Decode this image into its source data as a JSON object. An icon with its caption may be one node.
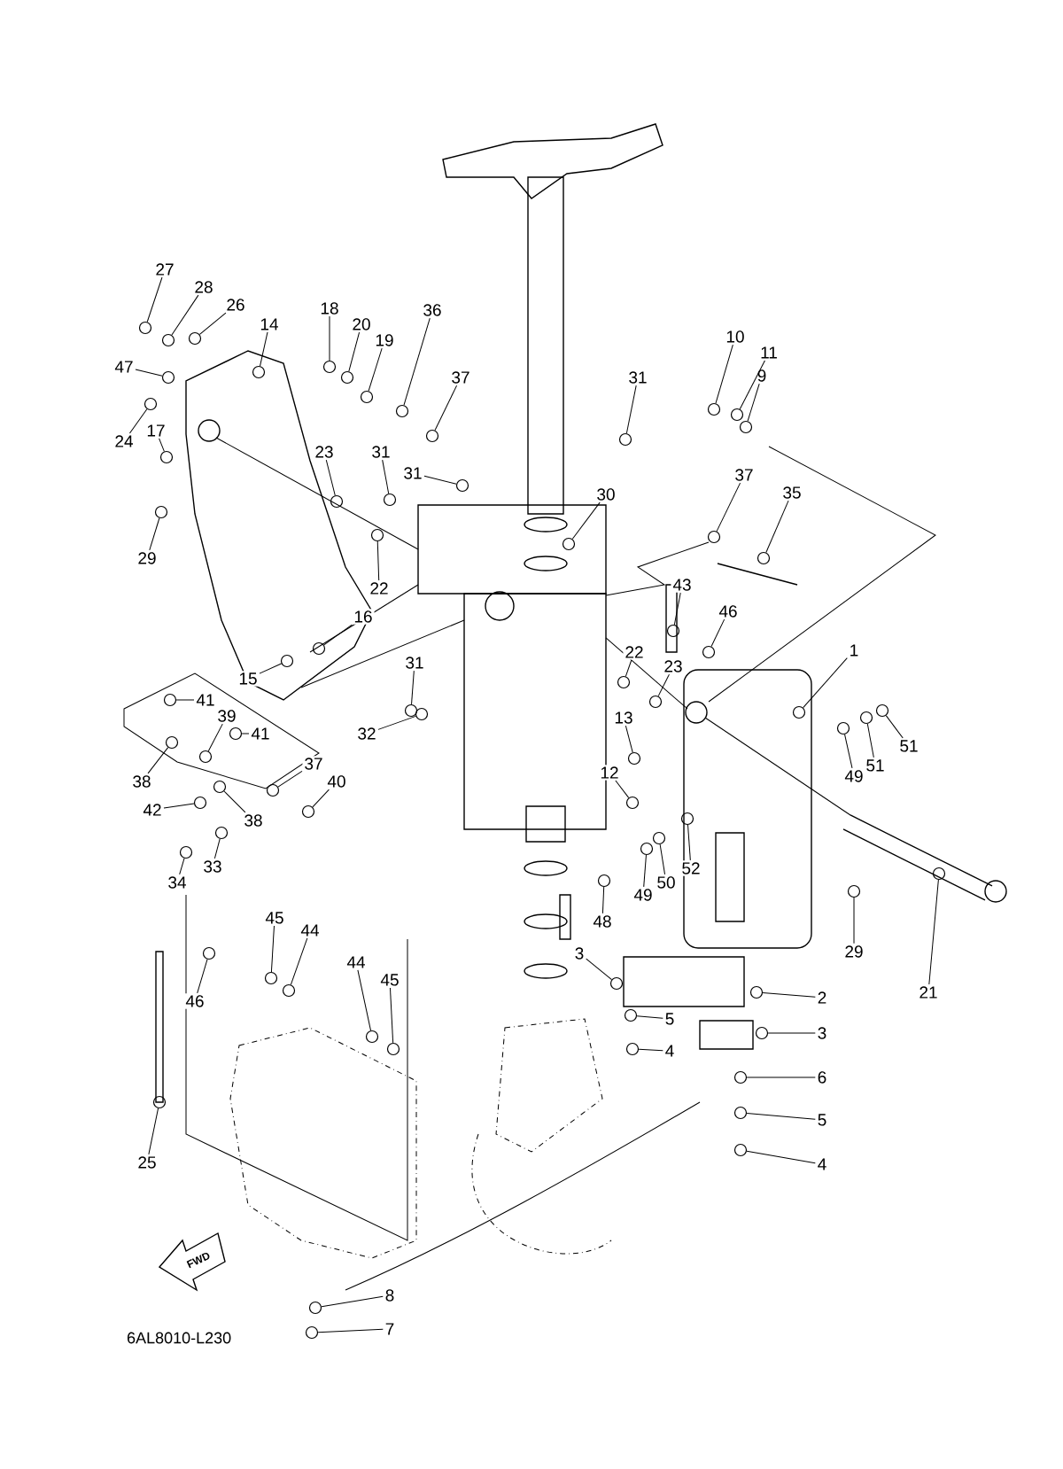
{
  "diagram": {
    "nodes": [
      {
        "text": [
          "27"
        ]
      },
      {
        "text": [
          "28"
        ]
      },
      {
        "text": [
          "26"
        ]
      },
      {
        "text": [
          "14"
        ]
      },
      {
        "text": [
          "18"
        ]
      },
      {
        "text": [
          "20"
        ]
      },
      {
        "text": [
          "19"
        ]
      },
      {
        "text": [
          "36"
        ]
      },
      {
        "text": [
          "10"
        ]
      },
      {
        "text": [
          "11"
        ]
      },
      {
        "text": [
          "9"
        ]
      },
      {
        "text": [
          "47"
        ]
      },
      {
        "text": [
          "37"
        ]
      },
      {
        "text": [
          "31"
        ]
      },
      {
        "text": [
          "24"
        ]
      },
      {
        "text": [
          "17"
        ]
      },
      {
        "text": [
          "23"
        ]
      },
      {
        "text": [
          "31"
        ]
      },
      {
        "text": [
          "31"
        ]
      },
      {
        "text": [
          "37"
        ]
      },
      {
        "text": [
          "35"
        ]
      },
      {
        "text": [
          "30"
        ]
      },
      {
        "text": [
          "29"
        ]
      },
      {
        "text": [
          "22"
        ]
      },
      {
        "text": [
          "43"
        ]
      },
      {
        "text": [
          "46"
        ]
      },
      {
        "text": [
          "16"
        ]
      },
      {
        "text": [
          "1"
        ]
      },
      {
        "text": [
          "15"
        ]
      },
      {
        "text": [
          "22"
        ]
      },
      {
        "text": [
          "23"
        ]
      },
      {
        "text": [
          "31"
        ]
      },
      {
        "text": [
          "41"
        ]
      },
      {
        "text": [
          "39"
        ]
      },
      {
        "text": [
          "13"
        ]
      },
      {
        "text": [
          "41"
        ]
      },
      {
        "text": [
          "32"
        ]
      },
      {
        "text": [
          "49"
        ]
      },
      {
        "text": [
          "51"
        ]
      },
      {
        "text": [
          "51"
        ]
      },
      {
        "text": [
          "38"
        ]
      },
      {
        "text": [
          "37"
        ]
      },
      {
        "text": [
          "40"
        ]
      },
      {
        "text": [
          "12"
        ]
      },
      {
        "text": [
          "42"
        ]
      },
      {
        "text": [
          "38"
        ]
      },
      {
        "text": [
          "33"
        ]
      },
      {
        "text": [
          "34"
        ]
      },
      {
        "text": [
          "52"
        ]
      },
      {
        "text": [
          "50"
        ]
      },
      {
        "text": [
          "49"
        ]
      },
      {
        "text": [
          "48"
        ]
      },
      {
        "text": [
          "29"
        ]
      },
      {
        "text": [
          "21"
        ]
      },
      {
        "text": [
          "3"
        ]
      },
      {
        "text": [
          "2"
        ]
      },
      {
        "text": [
          "3"
        ]
      },
      {
        "text": [
          "5"
        ]
      },
      {
        "text": [
          "4"
        ]
      },
      {
        "text": [
          "6"
        ]
      },
      {
        "text": [
          "5"
        ]
      },
      {
        "text": [
          "4"
        ]
      },
      {
        "text": [
          "45"
        ]
      },
      {
        "text": [
          "44"
        ]
      },
      {
        "text": [
          "46"
        ]
      },
      {
        "text": [
          "44"
        ]
      },
      {
        "text": [
          "45"
        ]
      },
      {
        "text": [
          "25"
        ]
      },
      {
        "text": [
          "8"
        ]
      },
      {
        "text": [
          "7"
        ]
      },
      {
        "text": [],
        "shape": "circle"
      },
      {
        "text": [],
        "shape": "circle"
      },
      {
        "text": [],
        "shape": "circle"
      },
      {
        "text": [],
        "shape": "circle"
      },
      {
        "text": [],
        "shape": "circle"
      },
      {
        "text": [],
        "shape": "circle"
      },
      {
        "text": [],
        "shape": "circle"
      },
      {
        "text": [],
        "shape": "circle"
      },
      {
        "text": [],
        "shape": "circle"
      },
      {
        "text": [],
        "shape": "circle"
      },
      {
        "text": [],
        "shape": "circle"
      },
      {
        "text": [],
        "shape": "circle"
      },
      {
        "text": [],
        "shape": "circle"
      },
      {
        "text": [],
        "shape": "circle"
      },
      {
        "text": [],
        "shape": "circle"
      },
      {
        "text": [],
        "shape": "circle"
      },
      {
        "text": [],
        "shape": "circle"
      },
      {
        "text": [],
        "shape": "circle"
      },
      {
        "text": [],
        "shape": "circle"
      },
      {
        "text": [],
        "shape": "circle"
      },
      {
        "text": [],
        "shape": "circle"
      },
      {
        "text": [],
        "shape": "circle"
      },
      {
        "text": [],
        "shape": "circle"
      },
      {
        "text": [],
        "shape": "circle"
      },
      {
        "text": [],
        "shape": "circle"
      },
      {
        "text": [],
        "shape": "circle"
      },
      {
        "text": [],
        "shape": "circle"
      },
      {
        "text": [],
        "shape": "circle"
      },
      {
        "text": [],
        "shape": "circle"
      },
      {
        "text": [],
        "shape": "circle"
      },
      {
        "text": [],
        "shape": "circle"
      },
      {
        "text": [],
        "shape": "circle"
      },
      {
        "text": [],
        "shape": "circle"
      },
      {
        "text": [],
        "shape": "circle"
      },
      {
        "text": [],
        "shape": "circle"
      },
      {
        "text": [],
        "shape": "circle"
      },
      {
        "text": [],
        "shape": "circle"
      },
      {
        "text": [],
        "shape": "circle"
      },
      {
        "text": [],
        "shape": "circle"
      },
      {
        "text": [],
        "shape": "circle"
      },
      {
        "text": [],
        "shape": "circle"
      },
      {
        "text": [],
        "shape": "circle"
      },
      {
        "text": [],
        "shape": "circle"
      },
      {
        "text": [],
        "shape": "circle"
      },
      {
        "text": [],
        "shape": "circle"
      },
      {
        "text": [],
        "shape": "circle"
      },
      {
        "text": [],
        "shape": "circle"
      },
      {
        "text": [],
        "shape": "circle"
      },
      {
        "text": [],
        "shape": "circle"
      },
      {
        "text": [],
        "shape": "circle"
      },
      {
        "text": [],
        "shape": "circle"
      },
      {
        "text": [],
        "shape": "circle"
      },
      {
        "text": [],
        "shape": "circle"
      },
      {
        "text": [],
        "shape": "circle"
      },
      {
        "text": [],
        "shape": "circle"
      },
      {
        "text": [],
        "shape": "circle"
      },
      {
        "text": [],
        "shape": "circle"
      },
      {
        "text": [],
        "shape": "circle"
      },
      {
        "text": [],
        "shape": "circle"
      },
      {
        "text": [],
        "shape": "circle"
      },
      {
        "text": [],
        "shape": "circle"
      },
      {
        "text": [],
        "shape": "circle"
      },
      {
        "text": [],
        "shape": "circle"
      },
      {
        "text": [],
        "shape": "circle"
      },
      {
        "text": [],
        "shape": "circle"
      },
      {
        "text": [],
        "shape": "circle"
      },
      {
        "text": [],
        "shape": "circle"
      },
      {
        "text": [],
        "shape": "circle"
      },
      {
        "text": [],
        "shape": "circle"
      },
      {
        "text": [],
        "shape": "circle"
      }
    ],
    "edges": [
      {
        "from": 0,
        "to": 70,
        "arrow": "none"
      },
      {
        "from": 1,
        "to": 71,
        "arrow": "none"
      },
      {
        "from": 2,
        "to": 72,
        "arrow": "none"
      },
      {
        "from": 3,
        "to": 73,
        "arrow": "none"
      },
      {
        "from": 4,
        "to": 74,
        "arrow": "none"
      },
      {
        "from": 5,
        "to": 75,
        "arrow": "none"
      },
      {
        "from": 6,
        "to": 76,
        "arrow": "none"
      },
      {
        "from": 7,
        "to": 77,
        "arrow": "none"
      },
      {
        "from": 8,
        "to": 78,
        "arrow": "none"
      },
      {
        "from": 9,
        "to": 79,
        "arrow": "none"
      },
      {
        "from": 10,
        "to": 80,
        "arrow": "none"
      },
      {
        "from": 11,
        "to": 81,
        "arrow": "none"
      },
      {
        "from": 12,
        "to": 82,
        "arrow": "none"
      },
      {
        "from": 13,
        "to": 83,
        "arrow": "none"
      },
      {
        "from": 14,
        "to": 84,
        "arrow": "none"
      },
      {
        "from": 15,
        "to": 85,
        "arrow": "none"
      },
      {
        "from": 16,
        "to": 86,
        "arrow": "none"
      },
      {
        "from": 17,
        "to": 87,
        "arrow": "none"
      },
      {
        "from": 18,
        "to": 88,
        "arrow": "none"
      },
      {
        "from": 19,
        "to": 89,
        "arrow": "none"
      },
      {
        "from": 20,
        "to": 90,
        "arrow": "none"
      },
      {
        "from": 21,
        "to": 91,
        "arrow": "none"
      },
      {
        "from": 22,
        "to": 92,
        "arrow": "none"
      },
      {
        "from": 23,
        "to": 93,
        "arrow": "none"
      },
      {
        "from": 24,
        "to": 94,
        "arrow": "none"
      },
      {
        "from": 25,
        "to": 95,
        "arrow": "none"
      },
      {
        "from": 26,
        "to": 96,
        "arrow": "none"
      },
      {
        "from": 27,
        "to": 97,
        "arrow": "none"
      },
      {
        "from": 28,
        "to": 98,
        "arrow": "none"
      },
      {
        "from": 29,
        "to": 99,
        "arrow": "none"
      },
      {
        "from": 30,
        "to": 100,
        "arrow": "none"
      },
      {
        "from": 31,
        "to": 101,
        "arrow": "none"
      },
      {
        "from": 32,
        "to": 102,
        "arrow": "none"
      },
      {
        "from": 33,
        "to": 103,
        "arrow": "none"
      },
      {
        "from": 34,
        "to": 104,
        "arrow": "none"
      },
      {
        "from": 35,
        "to": 105,
        "arrow": "none"
      },
      {
        "from": 36,
        "to": 106,
        "arrow": "none"
      },
      {
        "from": 37,
        "to": 107,
        "arrow": "none"
      },
      {
        "from": 38,
        "to": 108,
        "arrow": "none"
      },
      {
        "from": 39,
        "to": 109,
        "arrow": "none"
      },
      {
        "from": 40,
        "to": 110,
        "arrow": "none"
      },
      {
        "from": 41,
        "to": 111,
        "arrow": "none"
      },
      {
        "from": 42,
        "to": 112,
        "arrow": "none"
      },
      {
        "from": 43,
        "to": 113,
        "arrow": "none"
      },
      {
        "from": 44,
        "to": 114,
        "arrow": "none"
      },
      {
        "from": 45,
        "to": 115,
        "arrow": "none"
      },
      {
        "from": 46,
        "to": 116,
        "arrow": "none"
      },
      {
        "from": 47,
        "to": 117,
        "arrow": "none"
      },
      {
        "from": 48,
        "to": 118,
        "arrow": "none"
      },
      {
        "from": 49,
        "to": 119,
        "arrow": "none"
      },
      {
        "from": 50,
        "to": 120,
        "arrow": "none"
      },
      {
        "from": 51,
        "to": 121,
        "arrow": "none"
      },
      {
        "from": 52,
        "to": 122,
        "arrow": "none"
      },
      {
        "from": 53,
        "to": 123,
        "arrow": "none"
      },
      {
        "from": 54,
        "to": 124,
        "arrow": "none"
      },
      {
        "from": 55,
        "to": 125,
        "arrow": "none"
      },
      {
        "from": 56,
        "to": 126,
        "arrow": "none"
      },
      {
        "from": 57,
        "to": 127,
        "arrow": "none"
      },
      {
        "from": 58,
        "to": 128,
        "arrow": "none"
      },
      {
        "from": 59,
        "to": 129,
        "arrow": "none"
      },
      {
        "from": 60,
        "to": 130,
        "arrow": "none"
      },
      {
        "from": 61,
        "to": 131,
        "arrow": "none"
      },
      {
        "from": 62,
        "to": 132,
        "arrow": "none"
      },
      {
        "from": 63,
        "to": 133,
        "arrow": "none"
      },
      {
        "from": 64,
        "to": 134,
        "arrow": "none"
      },
      {
        "from": 65,
        "to": 135,
        "arrow": "none"
      },
      {
        "from": 66,
        "to": 136,
        "arrow": "none"
      },
      {
        "from": 67,
        "to": 137,
        "arrow": "none"
      },
      {
        "from": 68,
        "to": 138,
        "arrow": "none"
      },
      {
        "from": 69,
        "to": 139,
        "arrow": "none"
      }
    ],
    "labels": [
      "FWD",
      "6AL8010-L230"
    ]
  }
}
